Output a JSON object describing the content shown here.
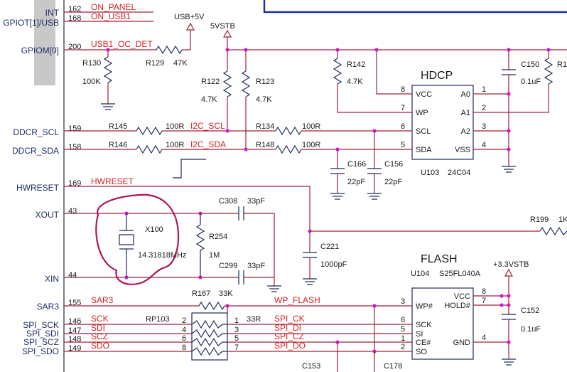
{
  "left_signals": {
    "int": "INT",
    "gpiot": "GPIOT[1]/USB",
    "gpiom": "GPIOM[0]",
    "ddcr_scl": "DDCR_SCL",
    "ddcr_sda": "DDCR_SDA",
    "hwreset": "HWRESET",
    "xout": "XOUT",
    "xin": "XIN",
    "sar3": "SAR3",
    "spi_sck": "SPI_SCK",
    "spi_sdi": "SPI_SDI",
    "spi_scz": "SPI_SCZ",
    "spi_sdo": "SPI_SDO"
  },
  "pin_numbers": {
    "p162": "162",
    "p168": "168",
    "p200": "200",
    "p159": "159",
    "p158": "158",
    "p169": "169",
    "p43": "43",
    "p44": "44",
    "p155": "155",
    "p146": "146",
    "p147": "147",
    "p148": "148",
    "p149": "149"
  },
  "nets": {
    "on_panel": "ON_PANEL",
    "on_usb1": "ON_USB1",
    "usb1_oc_det": "USB1_OC_DET",
    "i2c_scl": "I2C_SCL",
    "i2c_sda": "I2C_SDA",
    "hwreset": "HWRESET",
    "sar3": "SAR3",
    "wp_flash": "WP_FLASH",
    "sck": "SCK",
    "sdi": "SDI",
    "scz": "SCZ",
    "sdo": "SDO",
    "spi_ck": "SPI_CK",
    "spi_di": "SPI_DI",
    "spi_cz": "SPI_CZ",
    "spi_do": "SPI_DO"
  },
  "power": {
    "usb5v": "USB+5V",
    "v5stb": "5VSTB",
    "v33stb": "+3.3VSTB"
  },
  "parts": {
    "r130": "R130",
    "r130v": "100K",
    "r129": "R129",
    "r129v": "47K",
    "r122": "R122",
    "r122v": "4.7K",
    "r123": "R123",
    "r123v": "4.7K",
    "r142": "R142",
    "r142v": "4.7K",
    "r145": "R145",
    "r145v": "100R",
    "r146": "R146",
    "r146v": "100R",
    "r134": "R134",
    "r134v": "100R",
    "r148": "R148",
    "r148v": "100R",
    "c150": "C150",
    "c150v": "0.1uF",
    "r1x": "R1",
    "c166": "C166",
    "c166v": "22pF",
    "c156": "C156",
    "c156v": "22pF",
    "u103": "U103",
    "u103v": "24C04",
    "c308": "C308",
    "c308v": "33pF",
    "x100": "X100",
    "x100v": "14.31818MHz",
    "r254": "R254",
    "r254v": "1M",
    "c299": "C299",
    "c299v": "33pF",
    "c221": "C221",
    "c221v": "1000pF",
    "r199": "R199",
    "r199v": "1K",
    "r167": "R167",
    "r167v": "33K",
    "rp103": "RP103",
    "rp103v": "33R",
    "u104": "U104",
    "u104v": "S25FL040A",
    "c152": "C152",
    "c152v": "0.1uF",
    "c153": "C153",
    "c178": "C178"
  },
  "hdcp": {
    "title": "HDCP",
    "pins_left": [
      {
        "name": "VCC",
        "num": "8"
      },
      {
        "name": "WP",
        "num": "7"
      },
      {
        "name": "SCL",
        "num": "6"
      },
      {
        "name": "SDA",
        "num": "5"
      }
    ],
    "pins_right": [
      {
        "name": "A0",
        "num": "1"
      },
      {
        "name": "A1",
        "num": "2"
      },
      {
        "name": "A2",
        "num": "3"
      },
      {
        "name": "VSS",
        "num": "4"
      }
    ]
  },
  "flash": {
    "title": "FLASH",
    "pins_left": [
      {
        "name": "WP#",
        "num": "3"
      },
      {
        "name": "SCK",
        "num": "6"
      },
      {
        "name": "SI",
        "num": "5"
      },
      {
        "name": "CE#",
        "num": "1"
      },
      {
        "name": "SO",
        "num": "2"
      }
    ],
    "pins_right": [
      {
        "name": "VCC",
        "num": "8"
      },
      {
        "name": "HOLD#",
        "num": "7"
      },
      {
        "name": "GND",
        "num": "4"
      }
    ]
  },
  "rp103_pins": {
    "l1": "2",
    "l2": "4",
    "l3": "6",
    "l4": "8",
    "r1": "1",
    "r2": "3",
    "r3": "5",
    "r4": "7"
  }
}
